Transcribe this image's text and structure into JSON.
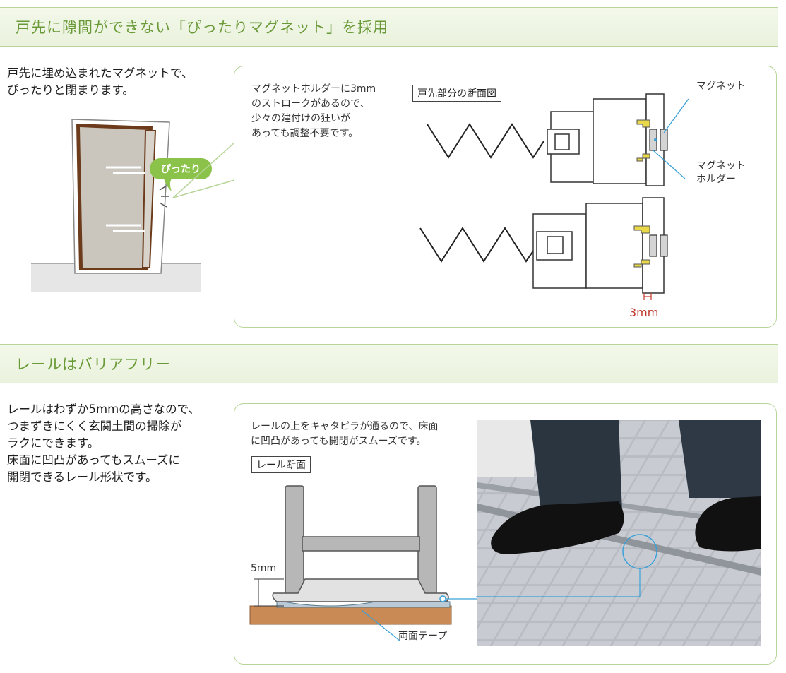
{
  "section1": {
    "title": "戸先に隙間ができない「ぴったりマグネット」を採用",
    "description": "戸先に埋め込まれたマグネットで、\nぴったりと閉まります。",
    "bubble_label": "ぴったり",
    "note": "マグネットホルダーに3mm\nのストロークがあるので、\n少々の建付けの狂いが\nあっても調整不要です。",
    "diagram_label": "戸先部分の断面図",
    "magnet_label": "マグネット",
    "holder_label": "マグネット\nホルダー",
    "dimension_label": "3mm"
  },
  "section2": {
    "title": "レールはバリアフリー",
    "description": "レールはわずか5mmの高さなので、\nつまずきにくく玄関土間の掃除が\nラクにできます。\n床面に凹凸があってもスムーズに\n開閉できるレール形状です。",
    "note": "レールの上をキャタピラが通るので、床面\nに凹凸があっても開閉がスムーズです。",
    "diagram_label": "レール断面",
    "height_label": "5mm",
    "tape_label": "両面テープ"
  },
  "colors": {
    "accent_green": "#6a9a37",
    "band_border": "#b9d49a",
    "callout_blue": "#3aa0d8",
    "dimension_red": "#c0392b",
    "floor_brown": "#c98a55"
  }
}
